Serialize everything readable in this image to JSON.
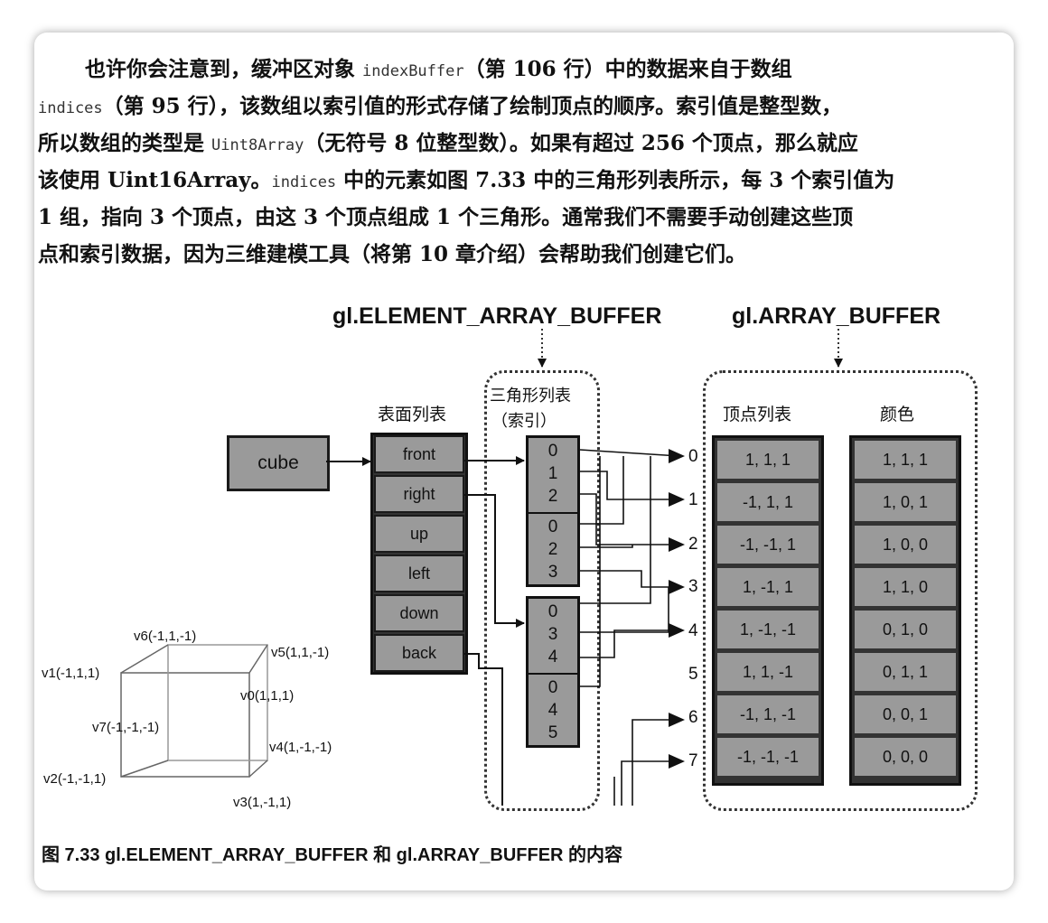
{
  "paragraph": {
    "l1": [
      "也许你会注意到，缓冲区对象 ",
      "indexBuffer",
      "（第 106 行）中的数据来自于数组"
    ],
    "l2": [
      "indices",
      "（第 95 行），该数组以索引值的形式存储了绘制顶点的顺序。索引值是整型数，"
    ],
    "l3": [
      "所以数组的类型是 ",
      "Uint8Array",
      "（无符号 8 位整型数）。如果有超过 256 个顶点，那么就应"
    ],
    "l4": [
      "该使用 Uint16Array。",
      "indices",
      " 中的元素如图 7.33 中的三角形列表所示，每 3 个索引值为"
    ],
    "l5": "1 组，指向 3 个顶点，由这 3 个顶点组成 1 个三角形。通常我们不需要手动创建这些顶"
  },
  "paragraph_tail": "点和索引数据，因为三维建模工具（将第 10 章介绍）会帮助我们创建它们。",
  "diagram": {
    "element_buffer_title": "gl.ELEMENT_ARRAY_BUFFER",
    "array_buffer_title": "gl.ARRAY_BUFFER",
    "surface_list_label": "表面列表",
    "triangle_list_label": "三角形列表",
    "index_label": "（索引）",
    "vertex_list_label": "顶点列表",
    "color_label": "颜色",
    "cube_label": "cube",
    "faces": [
      "front",
      "right",
      "up",
      "left",
      "down",
      "back"
    ],
    "triangle_groups": [
      [
        "0",
        "1",
        "2"
      ],
      [
        "0",
        "2",
        "3"
      ],
      [
        "0",
        "3",
        "4"
      ],
      [
        "0",
        "4",
        "5"
      ]
    ],
    "row_indices": [
      "0",
      "1",
      "2",
      "3",
      "4",
      "5",
      "6",
      "7"
    ],
    "vertices": [
      "1,  1,  1",
      "-1,  1,  1",
      "-1, -1, 1",
      "1, -1,  1",
      "1, -1, -1",
      "1, 1, -1",
      "-1, 1, -1",
      "-1, -1, -1"
    ],
    "colors": [
      "1, 1, 1",
      "1, 0, 1",
      "1, 0, 0",
      "1, 1, 0",
      "0, 1, 0",
      "0, 1, 1",
      "0, 0, 1",
      "0, 0, 0"
    ],
    "cube_vertex_labels": {
      "v6": "v6(-1,1,-1)",
      "v5": "v5(1,1,-1)",
      "v1": "v1(-1,1,1)",
      "v0": "v0(1,1,1)",
      "v7": "v7(-1,-1,-1)",
      "v4": "v4(1,-1,-1)",
      "v2": "v2(-1,-1,1)",
      "v3": "v3(1,-1,1)"
    }
  },
  "caption": "图 7.33  gl.ELEMENT_ARRAY_BUFFER 和 gl.ARRAY_BUFFER 的内容"
}
